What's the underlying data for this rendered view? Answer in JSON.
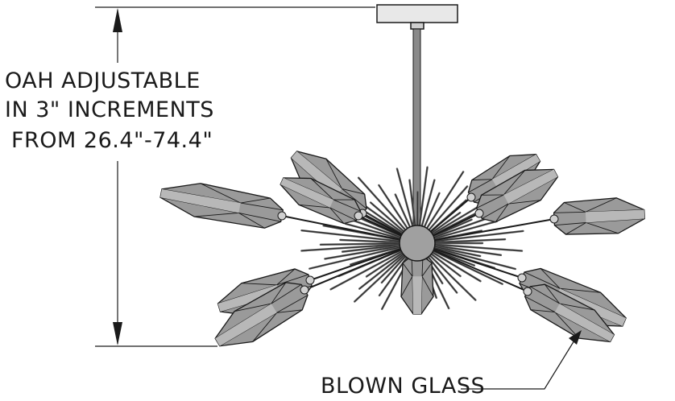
{
  "labels": {
    "oah_line1": "OAH ADJUSTABLE",
    "oah_line2": "IN 3\" INCREMENTS",
    "oah_line3": "FROM 26.4\"-74.4\"",
    "glass": "BLOWN GLASS"
  },
  "colors": {
    "line": "#1a1a1a",
    "glass": "#9a9a9a",
    "rod": "#555555"
  }
}
